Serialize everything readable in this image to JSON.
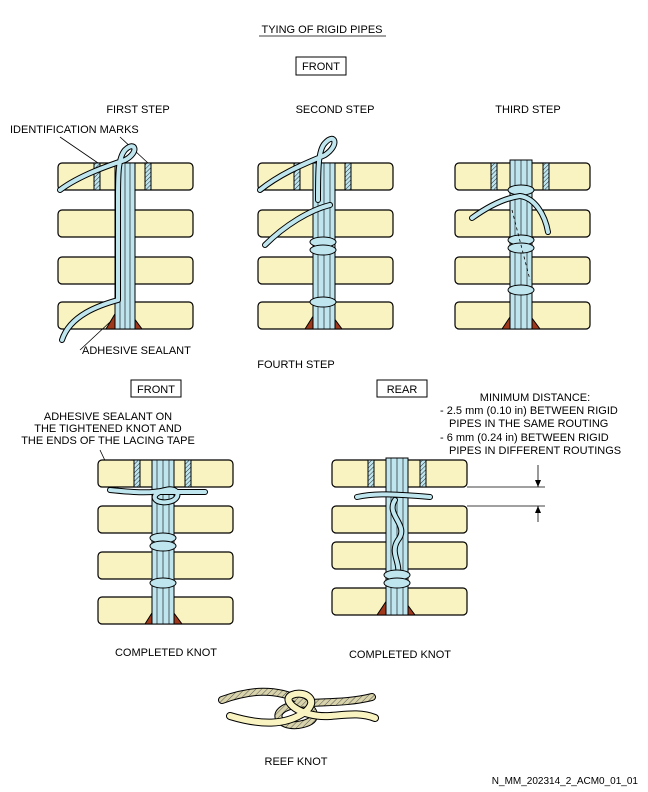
{
  "title": "TYING OF RIGID PIPES",
  "front_label": "FRONT",
  "steps": {
    "first": "FIRST STEP",
    "second": "SECOND STEP",
    "third": "THIRD STEP",
    "fourth": "FOURTH STEP"
  },
  "callouts": {
    "identification_marks": "IDENTIFICATION MARKS",
    "adhesive_sealant": "ADHESIVE SEALANT",
    "sealant_note_1": "ADHESIVE SEALANT ON",
    "sealant_note_2": "THE TIGHTENED KNOT AND",
    "sealant_note_3": "THE ENDS OF THE LACING TAPE"
  },
  "views": {
    "front": "FRONT",
    "rear": "REAR"
  },
  "minimum_distance": {
    "heading": "MINIMUM DISTANCE:",
    "line1": "- 2.5 mm (0.10 in) BETWEEN RIGID",
    "line2": "PIPES IN THE SAME ROUTING",
    "line3": "- 6 mm (0.24 in) BETWEEN RIGID",
    "line4": "PIPES IN DIFFERENT ROUTINGS"
  },
  "completed_knot": "COMPLETED KNOT",
  "reef_knot": "REEF KNOT",
  "reference": "N_MM_202314_2_ACM0_01_01",
  "colors": {
    "pipe": "#f8f3c0",
    "tape": "#bfe6ef",
    "sealant": "#a0391c"
  }
}
